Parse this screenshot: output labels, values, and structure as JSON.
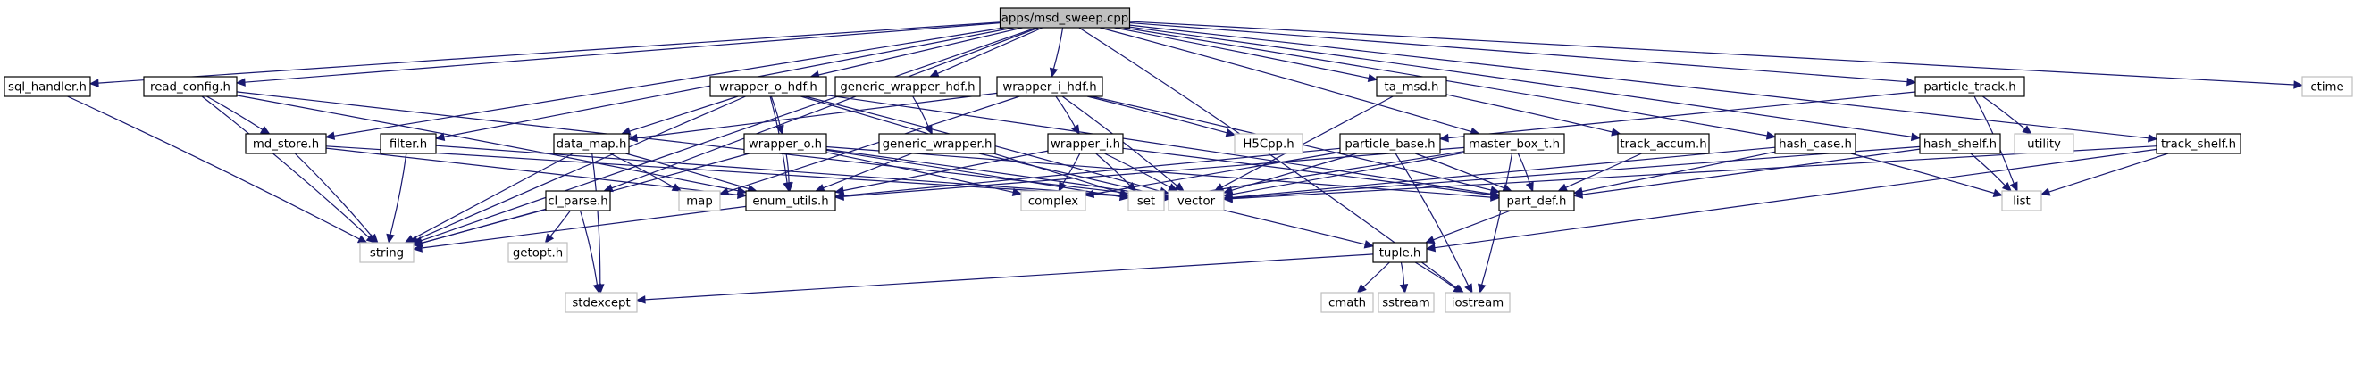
{
  "graph": {
    "colors": {
      "edge": "#191970",
      "root_fill": "#bfbfbf",
      "external_border": "#bfbfbf",
      "internal_border": "#000000"
    },
    "nodes": [
      {
        "id": "root",
        "label": "apps/msd_sweep.cpp",
        "kind": "root"
      },
      {
        "id": "sql_handler",
        "label": "sql_handler.h",
        "kind": "internal"
      },
      {
        "id": "read_config",
        "label": "read_config.h",
        "kind": "internal"
      },
      {
        "id": "wrapper_o_hdf",
        "label": "wrapper_o_hdf.h",
        "kind": "internal"
      },
      {
        "id": "generic_wrapper_hdf",
        "label": "generic_wrapper_hdf.h",
        "kind": "internal"
      },
      {
        "id": "wrapper_i_hdf",
        "label": "wrapper_i_hdf.h",
        "kind": "internal"
      },
      {
        "id": "ta_msd",
        "label": "ta_msd.h",
        "kind": "internal"
      },
      {
        "id": "particle_track",
        "label": "particle_track.h",
        "kind": "internal"
      },
      {
        "id": "ctime",
        "label": "ctime",
        "kind": "external"
      },
      {
        "id": "md_store",
        "label": "md_store.h",
        "kind": "internal"
      },
      {
        "id": "filter",
        "label": "filter.h",
        "kind": "internal"
      },
      {
        "id": "data_map",
        "label": "data_map.h",
        "kind": "internal"
      },
      {
        "id": "wrapper_o",
        "label": "wrapper_o.h",
        "kind": "internal"
      },
      {
        "id": "generic_wrapper",
        "label": "generic_wrapper.h",
        "kind": "internal"
      },
      {
        "id": "wrapper_i",
        "label": "wrapper_i.h",
        "kind": "internal"
      },
      {
        "id": "h5cpp",
        "label": "H5Cpp.h",
        "kind": "external"
      },
      {
        "id": "particle_base",
        "label": "particle_base.h",
        "kind": "internal"
      },
      {
        "id": "master_box_t",
        "label": "master_box_t.h",
        "kind": "internal"
      },
      {
        "id": "track_accum",
        "label": "track_accum.h",
        "kind": "internal"
      },
      {
        "id": "hash_case",
        "label": "hash_case.h",
        "kind": "internal"
      },
      {
        "id": "hash_shelf",
        "label": "hash_shelf.h",
        "kind": "internal"
      },
      {
        "id": "utility",
        "label": "utility",
        "kind": "external"
      },
      {
        "id": "track_shelf",
        "label": "track_shelf.h",
        "kind": "internal"
      },
      {
        "id": "cl_parse",
        "label": "cl_parse.h",
        "kind": "internal"
      },
      {
        "id": "map",
        "label": "map",
        "kind": "external"
      },
      {
        "id": "enum_utils",
        "label": "enum_utils.h",
        "kind": "internal"
      },
      {
        "id": "complex",
        "label": "complex",
        "kind": "external"
      },
      {
        "id": "set",
        "label": "set",
        "kind": "external"
      },
      {
        "id": "vector",
        "label": "vector",
        "kind": "external"
      },
      {
        "id": "part_def",
        "label": "part_def.h",
        "kind": "internal"
      },
      {
        "id": "list",
        "label": "list",
        "kind": "external"
      },
      {
        "id": "string",
        "label": "string",
        "kind": "external"
      },
      {
        "id": "getopt",
        "label": "getopt.h",
        "kind": "external"
      },
      {
        "id": "tuple",
        "label": "tuple.h",
        "kind": "internal"
      },
      {
        "id": "stdexcept",
        "label": "stdexcept",
        "kind": "external"
      },
      {
        "id": "cmath",
        "label": "cmath",
        "kind": "external"
      },
      {
        "id": "sstream",
        "label": "sstream",
        "kind": "external"
      },
      {
        "id": "iostream",
        "label": "iostream",
        "kind": "external"
      }
    ],
    "edges": [
      [
        "root",
        "sql_handler"
      ],
      [
        "root",
        "read_config"
      ],
      [
        "root",
        "wrapper_o_hdf"
      ],
      [
        "root",
        "generic_wrapper_hdf"
      ],
      [
        "root",
        "wrapper_i_hdf"
      ],
      [
        "root",
        "ta_msd"
      ],
      [
        "root",
        "particle_track"
      ],
      [
        "root",
        "ctime"
      ],
      [
        "root",
        "md_store"
      ],
      [
        "root",
        "filter"
      ],
      [
        "root",
        "cl_parse"
      ],
      [
        "root",
        "string"
      ],
      [
        "root",
        "master_box_t"
      ],
      [
        "root",
        "hash_case"
      ],
      [
        "root",
        "hash_shelf"
      ],
      [
        "root",
        "track_shelf"
      ],
      [
        "root",
        "iostream"
      ],
      [
        "sql_handler",
        "string"
      ],
      [
        "read_config",
        "md_store"
      ],
      [
        "read_config",
        "string"
      ],
      [
        "read_config",
        "enum_utils"
      ],
      [
        "read_config",
        "vector"
      ],
      [
        "md_store",
        "string"
      ],
      [
        "md_store",
        "enum_utils"
      ],
      [
        "md_store",
        "vector"
      ],
      [
        "filter",
        "string"
      ],
      [
        "filter",
        "vector"
      ],
      [
        "wrapper_o_hdf",
        "data_map"
      ],
      [
        "wrapper_o_hdf",
        "wrapper_o"
      ],
      [
        "wrapper_o_hdf",
        "enum_utils"
      ],
      [
        "wrapper_o_hdf",
        "string"
      ],
      [
        "wrapper_o_hdf",
        "set"
      ],
      [
        "wrapper_o_hdf",
        "vector"
      ],
      [
        "wrapper_o_hdf",
        "part_def"
      ],
      [
        "generic_wrapper_hdf",
        "generic_wrapper"
      ],
      [
        "wrapper_i_hdf",
        "wrapper_i"
      ],
      [
        "wrapper_i_hdf",
        "data_map"
      ],
      [
        "wrapper_i_hdf",
        "h5cpp"
      ],
      [
        "wrapper_i_hdf",
        "map"
      ],
      [
        "wrapper_i_hdf",
        "vector"
      ],
      [
        "wrapper_i_hdf",
        "part_def"
      ],
      [
        "data_map",
        "map"
      ],
      [
        "data_map",
        "enum_utils"
      ],
      [
        "data_map",
        "string"
      ],
      [
        "data_map",
        "stdexcept"
      ],
      [
        "wrapper_o",
        "enum_utils"
      ],
      [
        "wrapper_o",
        "string"
      ],
      [
        "wrapper_o",
        "complex"
      ],
      [
        "wrapper_o",
        "set"
      ],
      [
        "wrapper_o",
        "vector"
      ],
      [
        "wrapper_o",
        "part_def"
      ],
      [
        "generic_wrapper",
        "enum_utils"
      ],
      [
        "generic_wrapper",
        "tuple"
      ],
      [
        "wrapper_i",
        "enum_utils"
      ],
      [
        "wrapper_i",
        "complex"
      ],
      [
        "wrapper_i",
        "set"
      ],
      [
        "wrapper_i",
        "vector"
      ],
      [
        "wrapper_i",
        "part_def"
      ],
      [
        "ta_msd",
        "track_accum"
      ],
      [
        "ta_msd",
        "vector"
      ],
      [
        "particle_track",
        "particle_base"
      ],
      [
        "particle_track",
        "utility"
      ],
      [
        "particle_track",
        "list"
      ],
      [
        "particle_base",
        "enum_utils"
      ],
      [
        "particle_base",
        "part_def"
      ],
      [
        "particle_base",
        "complex"
      ],
      [
        "particle_base",
        "vector"
      ],
      [
        "particle_base",
        "iostream"
      ],
      [
        "master_box_t",
        "part_def"
      ],
      [
        "master_box_t",
        "enum_utils"
      ],
      [
        "master_box_t",
        "set"
      ],
      [
        "master_box_t",
        "vector"
      ],
      [
        "master_box_t",
        "iostream"
      ],
      [
        "track_accum",
        "part_def"
      ],
      [
        "hash_case",
        "part_def"
      ],
      [
        "hash_case",
        "list"
      ],
      [
        "hash_case",
        "vector"
      ],
      [
        "hash_shelf",
        "list"
      ],
      [
        "hash_shelf",
        "part_def"
      ],
      [
        "hash_shelf",
        "vector"
      ],
      [
        "track_shelf",
        "list"
      ],
      [
        "track_shelf",
        "tuple"
      ],
      [
        "track_shelf",
        "vector"
      ],
      [
        "cl_parse",
        "string"
      ],
      [
        "cl_parse",
        "getopt"
      ],
      [
        "cl_parse",
        "stdexcept"
      ],
      [
        "enum_utils",
        "string"
      ],
      [
        "part_def",
        "tuple"
      ],
      [
        "tuple",
        "stdexcept"
      ],
      [
        "tuple",
        "cmath"
      ],
      [
        "tuple",
        "sstream"
      ],
      [
        "tuple",
        "iostream"
      ]
    ]
  }
}
